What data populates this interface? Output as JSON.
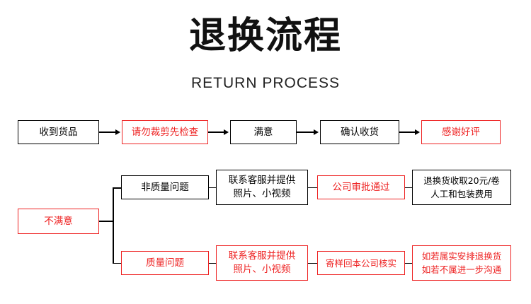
{
  "header": {
    "title": "退换流程",
    "subtitle": "RETURN PROCESS"
  },
  "colors": {
    "red": "#ee2222",
    "black": "#000000",
    "background": "#ffffff"
  },
  "flow": {
    "row1": [
      {
        "lines": [
          "收到货品"
        ],
        "style": "black"
      },
      {
        "lines": [
          "请勿裁剪先检查"
        ],
        "style": "red"
      },
      {
        "lines": [
          "满意"
        ],
        "style": "black"
      },
      {
        "lines": [
          "确认收货"
        ],
        "style": "black"
      },
      {
        "lines": [
          "感谢好评"
        ],
        "style": "red"
      }
    ],
    "branch_root": {
      "lines": [
        "不满意"
      ],
      "style": "red"
    },
    "row2": [
      {
        "lines": [
          "非质量问题"
        ],
        "style": "black"
      },
      {
        "lines": [
          "联系客服并提供",
          "照片、小视频"
        ],
        "style": "black"
      },
      {
        "lines": [
          "公司审批通过"
        ],
        "style": "red"
      },
      {
        "lines": [
          "退换货收取20元/卷",
          "人工和包装费用"
        ],
        "style": "black"
      }
    ],
    "row3": [
      {
        "lines": [
          "质量问题"
        ],
        "style": "red"
      },
      {
        "lines": [
          "联系客服并提供",
          "照片、小视频"
        ],
        "style": "red"
      },
      {
        "lines": [
          "寄样回本公司核实"
        ],
        "style": "red"
      },
      {
        "lines": [
          "如若属实安排退换货",
          "如若不属进一步沟通"
        ],
        "style": "red"
      }
    ]
  }
}
